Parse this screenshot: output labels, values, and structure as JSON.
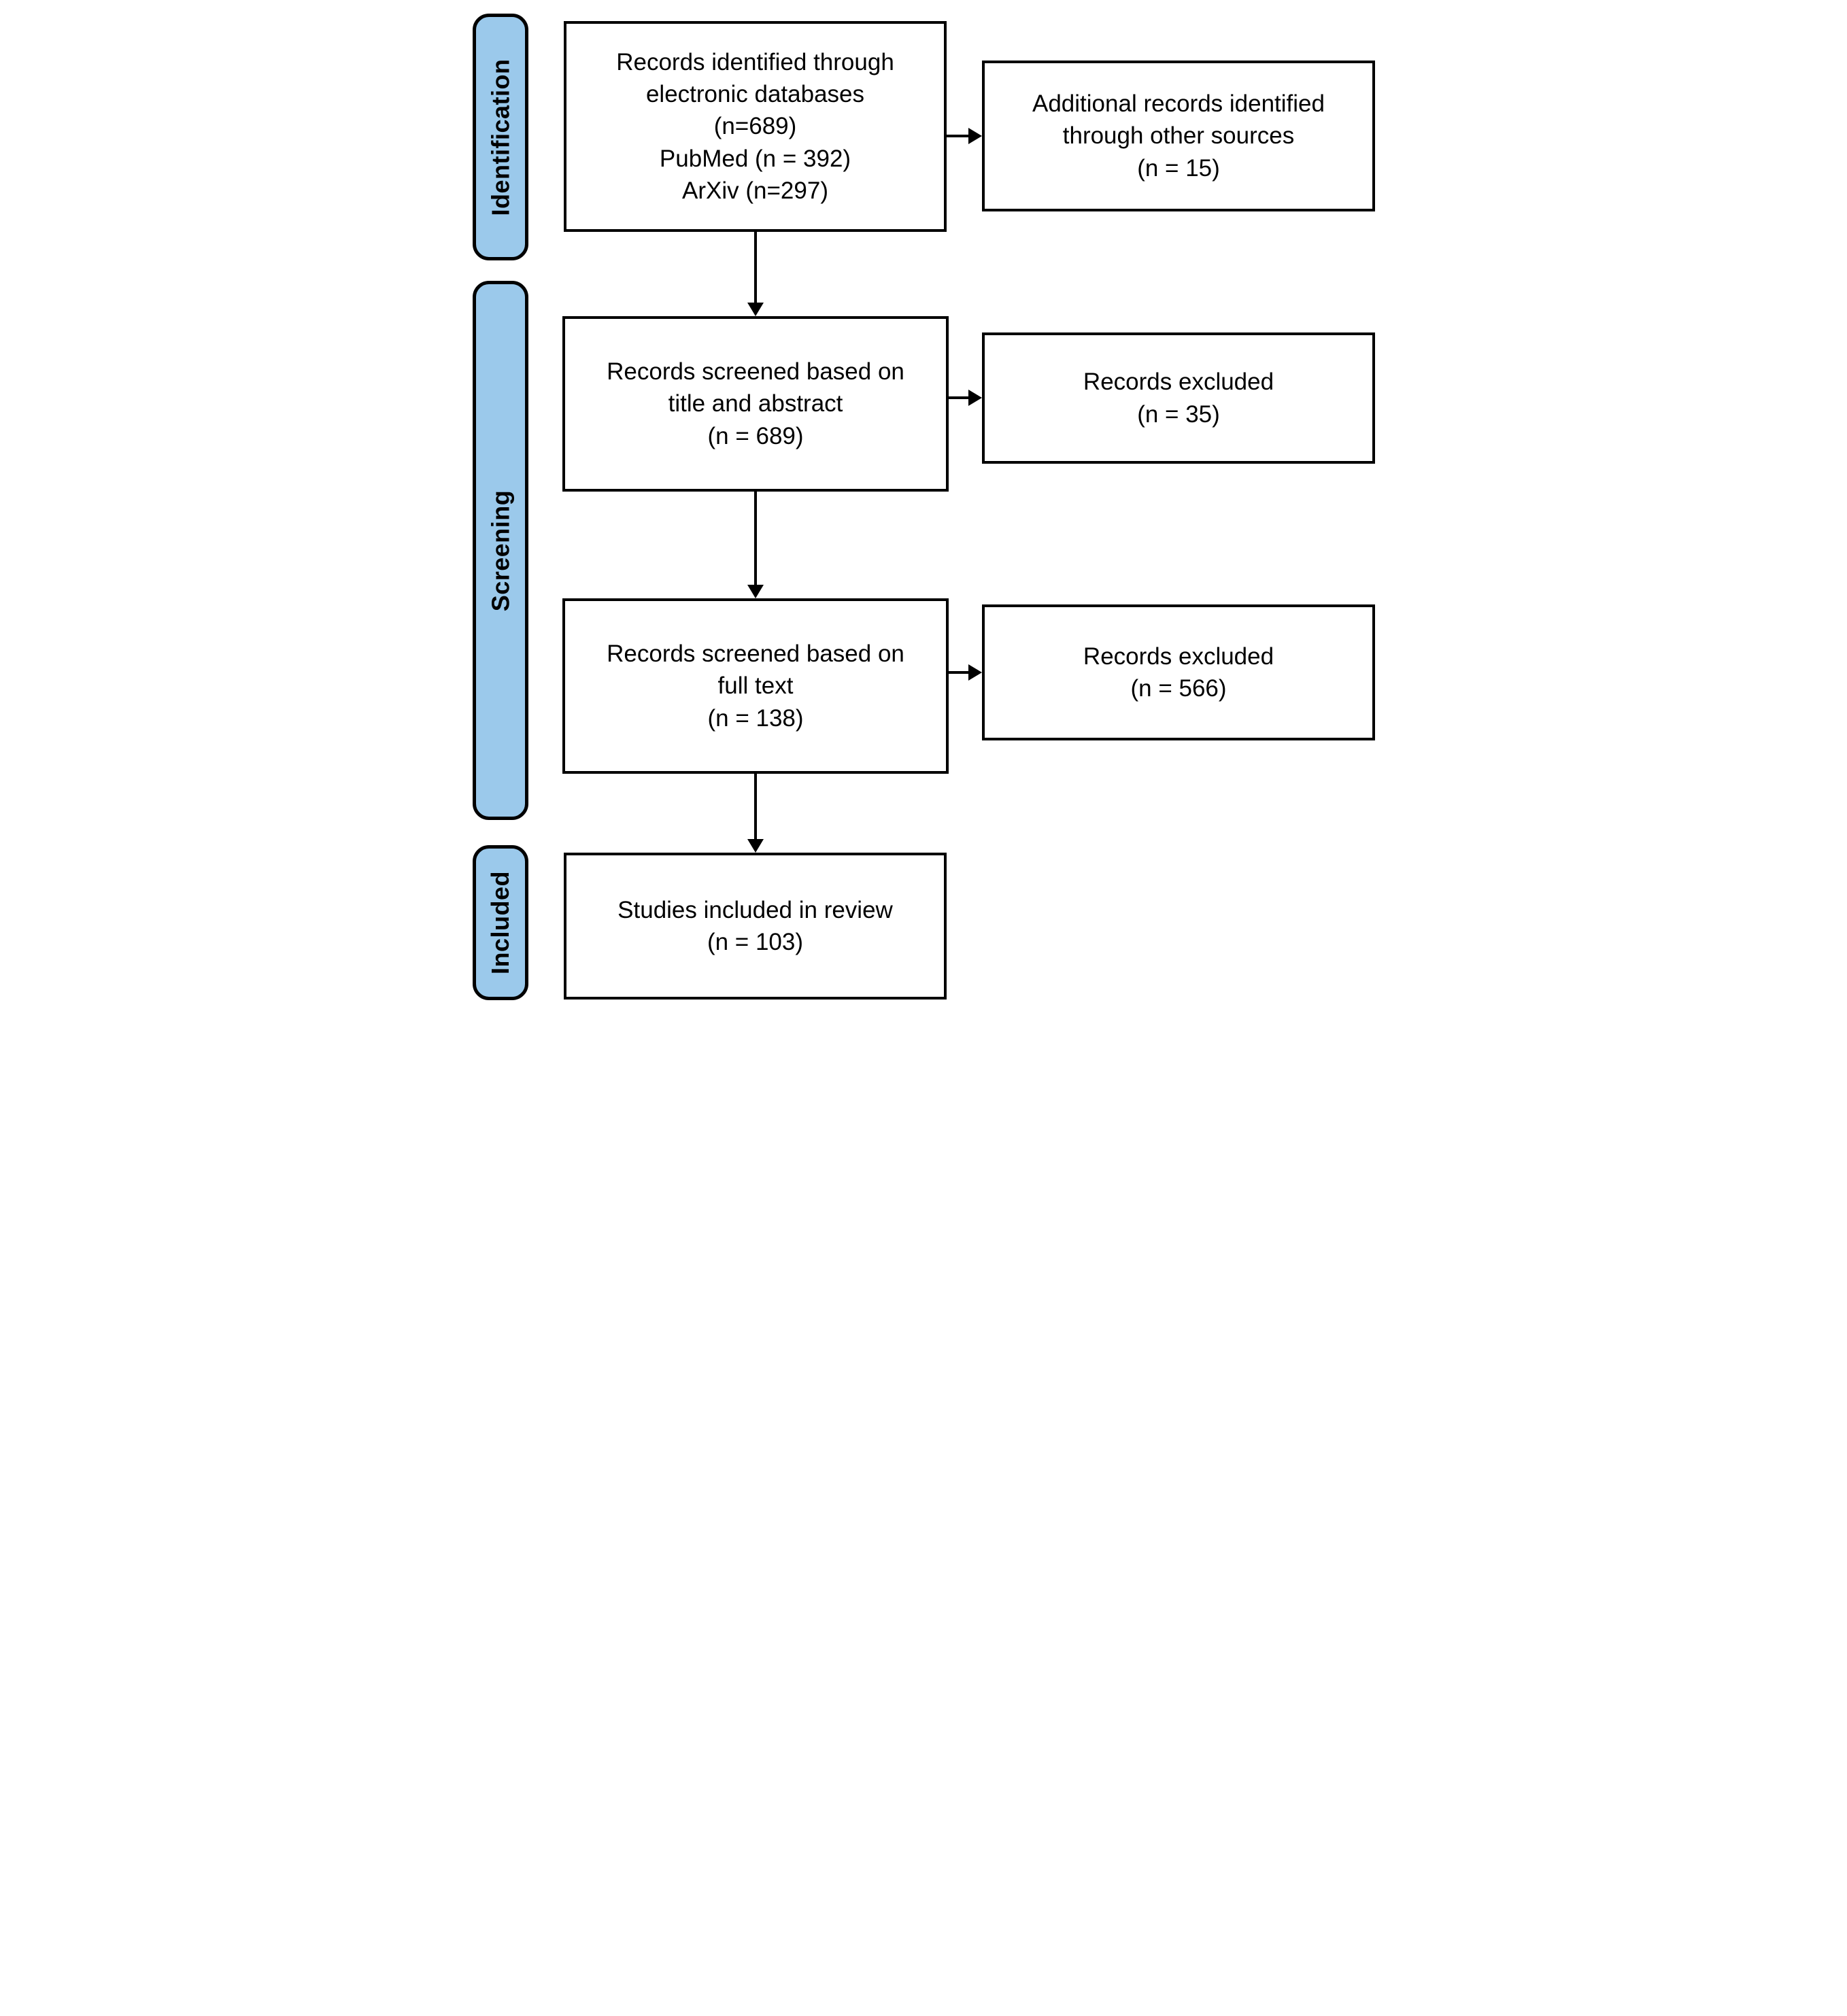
{
  "stages": {
    "identification": "Identification",
    "screening": "Screening",
    "included": "Included"
  },
  "boxes": {
    "records_identified": "Records identified through\nelectronic databases\n(n=689)\nPubMed (n = 392)\nArXiv (n=297)",
    "additional_records": "Additional records identified\nthrough other sources\n(n = 15)",
    "screened_title_abstract": "Records screened based on\ntitle and abstract\n(n = 689)",
    "excluded_title_abstract": "Records excluded\n(n = 35)",
    "screened_full_text": "Records screened based on\nfull text\n(n = 138)",
    "excluded_full_text": "Records excluded\n(n = 566)",
    "studies_included": "Studies included in review\n(n = 103)"
  },
  "colors": {
    "stage_fill": "#9BC9EB",
    "stage_border": "#000000",
    "box_fill": "#FFFFFF",
    "box_border": "#000000",
    "arrow_color": "#000000",
    "text_color": "#000000",
    "background": "#FFFFFF"
  }
}
